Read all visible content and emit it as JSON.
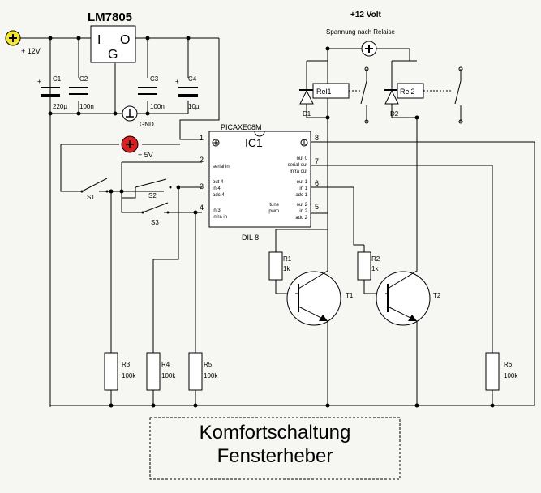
{
  "regulator": {
    "name": "LM7805",
    "pin_i": "I",
    "pin_o": "O",
    "pin_g": "G"
  },
  "supply": {
    "v12": "+ 12V",
    "v5": "+ 5V",
    "gnd": "GND",
    "v12_top": "+12 Volt",
    "relay_supply": "Spannung nach Relaise"
  },
  "caps": [
    {
      "name": "C1",
      "value": "220µ"
    },
    {
      "name": "C2",
      "value": "100n"
    },
    {
      "name": "C3",
      "value": "100n"
    },
    {
      "name": "C4",
      "value": "10µ"
    }
  ],
  "ic": {
    "type": "PICAXE08M",
    "name": "IC1",
    "package": "DIL 8",
    "pins": [
      "1",
      "2",
      "3",
      "4",
      "5",
      "6",
      "7",
      "8"
    ],
    "left_labels": [
      "serial in",
      "out 4",
      "in 4",
      "adc 4",
      "in 3",
      "infra in"
    ],
    "right_labels": [
      "out 0",
      "serial out",
      "infra out",
      "out 1",
      "in 1",
      "adc 1",
      "tune",
      "pwm",
      "out 2",
      "in 2",
      "adc 2"
    ]
  },
  "switches": [
    "S1",
    "S2",
    "S3"
  ],
  "resistors": [
    {
      "name": "R1",
      "value": "1k"
    },
    {
      "name": "R2",
      "value": "1k"
    },
    {
      "name": "R3",
      "value": "100k"
    },
    {
      "name": "R4",
      "value": "100k"
    },
    {
      "name": "R5",
      "value": "100k"
    },
    {
      "name": "R6",
      "value": "100k"
    }
  ],
  "transistors": [
    "T1",
    "T2"
  ],
  "diodes": [
    "D1",
    "D2"
  ],
  "relays": [
    "Rel1",
    "Rel2"
  ],
  "title": {
    "line1": "Komfortschaltung",
    "line2": "Fensterheber"
  }
}
